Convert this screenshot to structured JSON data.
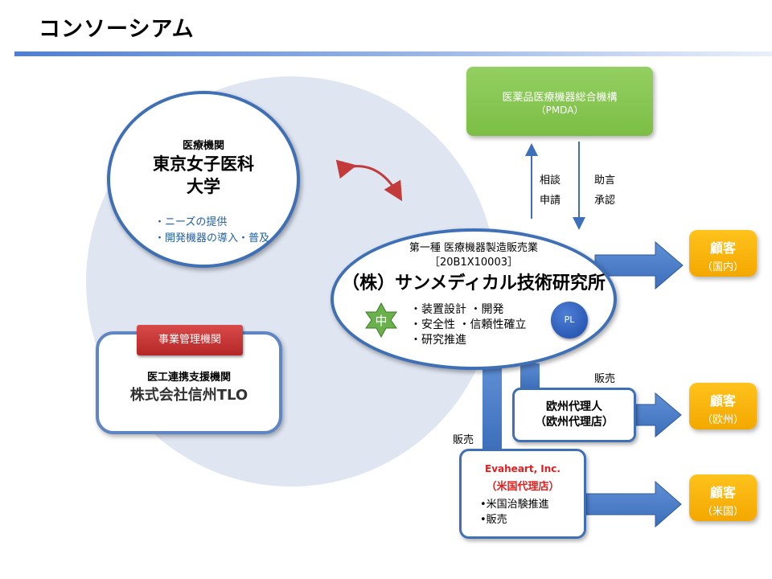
{
  "title": "コンソーシアム",
  "university": {
    "kind": "医療機関",
    "name_line1": "東京女子医科",
    "name_line2": "大学",
    "roles": [
      "・ニーズの提供",
      "・開発機器の導入・普及"
    ]
  },
  "tlo": {
    "tag": "事業管理機関",
    "kind": "医工連携支援機関",
    "name": "株式会社信州TLO"
  },
  "pmda": {
    "name": "医薬品医療機器総合機構",
    "abbr": "（PMDA）"
  },
  "pmda_up_labels": [
    "相談",
    "申請"
  ],
  "pmda_down_labels": [
    "助言",
    "承認"
  ],
  "sun": {
    "license": "第一種 医療機器製造販売業",
    "code": "［20B1X10003］",
    "name": "（株）サンメディカル技術研究所",
    "activities": [
      "・装置設計 ・開発",
      "・安全性 ・信頼性確立",
      "・研究推進"
    ],
    "badge_center": "中",
    "badge_pl": "PL"
  },
  "sales_label_eu": "販売",
  "sales_label_us": "販売",
  "eu_agent": {
    "line1": "欧州代理人",
    "line2": "（欧州代理店）"
  },
  "us_agent": {
    "name": "Evaheart, Inc.",
    "role": "（米国代理店）",
    "activities": [
      "•米国治験推進",
      "•販売"
    ]
  },
  "customers": [
    {
      "label": "顧客",
      "region": "（国内）"
    },
    {
      "label": "顧客",
      "region": "（欧州）"
    },
    {
      "label": "顧客",
      "region": "（米国）"
    }
  ],
  "colors": {
    "accent_blue": "#3f70b5",
    "pmda_green": "#7cbe45",
    "customer_orange": "#f3a800",
    "tag_red": "#c23030",
    "us_agent_red": "#e02020"
  }
}
